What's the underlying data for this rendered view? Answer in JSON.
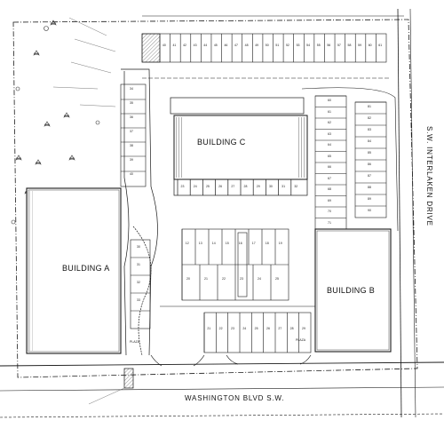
{
  "buildings": {
    "a": "BUILDING A",
    "b": "BUILDING B",
    "c": "BUILDING C"
  },
  "streets": {
    "south": "WASHINGTON BLVD S.W.",
    "east": "S.W. INTERLAKEN DRIVE"
  },
  "notes": {
    "plaza_west": "PLAZA",
    "plaza_east": "PLAZA"
  },
  "stall_numbers": {
    "north_row": [
      "40",
      "41",
      "42",
      "43",
      "44",
      "45",
      "46",
      "47",
      "48",
      "49",
      "50",
      "51",
      "52",
      "53",
      "54",
      "55",
      "56",
      "57",
      "58",
      "59",
      "60",
      "61"
    ],
    "c_south_row": [
      "23",
      "24",
      "25",
      "26",
      "27",
      "28",
      "29",
      "30",
      "31",
      "32"
    ],
    "center_block_top": [
      "12",
      "13",
      "14",
      "15",
      "16",
      "17",
      "18",
      "19"
    ],
    "center_block_bottom": [
      "20",
      "21",
      "22",
      "23",
      "24",
      "25"
    ],
    "south_row": [
      "21",
      "22",
      "23",
      "24",
      "25",
      "26",
      "27",
      "28",
      "29"
    ],
    "east_column": [
      "60",
      "61",
      "62",
      "63",
      "64",
      "65",
      "66",
      "67",
      "68",
      "69",
      "70",
      "71"
    ],
    "far_east_column": [
      "81",
      "82",
      "83",
      "84",
      "85",
      "86",
      "87",
      "88",
      "89",
      "90"
    ],
    "west_column": [
      "34",
      "35",
      "36",
      "37",
      "38",
      "39",
      "40"
    ],
    "west_lower": [
      "30",
      "31",
      "32",
      "33"
    ]
  },
  "colors": {
    "ink": "#1a1a1a",
    "light_ink": "#555555",
    "building_fill": "#ffffff",
    "hatch": "#333333"
  }
}
